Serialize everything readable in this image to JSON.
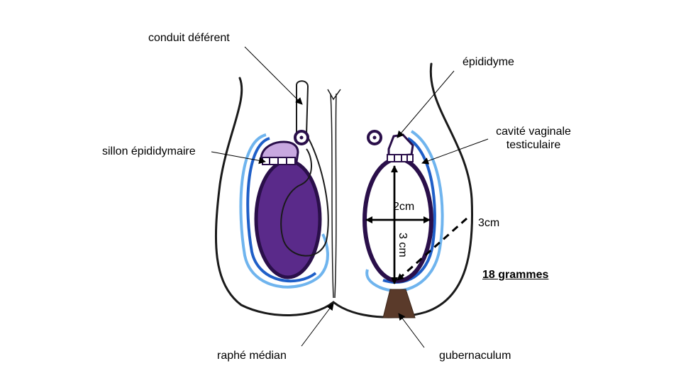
{
  "labels": {
    "conduit_deferent": "conduit déférent",
    "epididyme": "épididyme",
    "sillon_epididymaire": "sillon épididymaire",
    "cavite_vaginale_line1": "cavité vaginale",
    "cavite_vaginale_line2": "testiculaire",
    "raphe_median": "raphé médian",
    "gubernaculum": "gubernaculum"
  },
  "measurements": {
    "width": "2cm",
    "length": "3 cm",
    "diagonal": "3cm",
    "weight": "18 grammes"
  },
  "colors": {
    "outline": "#1a1a1a",
    "testis_fill": "#5a2a8a",
    "testis_border": "#2a0f4a",
    "epididymis_light": "#c8a8e0",
    "vaginal_cavity_light": "#6fb4ee",
    "vaginal_cavity_dark": "#1f5fc8",
    "gubernaculum": "#5a3a2a"
  }
}
